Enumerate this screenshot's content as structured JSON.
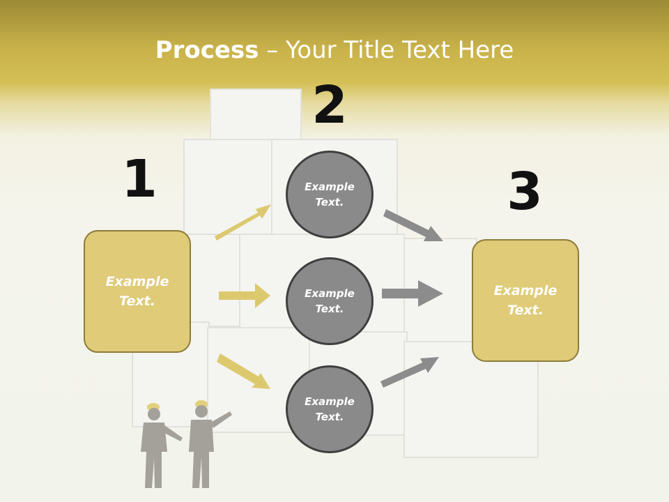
{
  "title": {
    "bold": "Process",
    "rest": " – Your Title Text Here"
  },
  "steps": {
    "one": "1",
    "two": "2",
    "three": "3"
  },
  "left_box": {
    "line1": "Example",
    "line2": "Text."
  },
  "right_box": {
    "line1": "Example",
    "line2": "Text."
  },
  "circles": [
    {
      "line1": "Example",
      "line2": "Text."
    },
    {
      "line1": "Example",
      "line2": "Text."
    },
    {
      "line1": "Example",
      "line2": "Text."
    }
  ],
  "colors": {
    "accent_gold": "#dfcb78",
    "gold_border": "#8c7b3a",
    "circle_gray": "#8a8a8a",
    "arrow_gray": "#8c8c8c",
    "arrow_gold": "#dcc96e"
  }
}
